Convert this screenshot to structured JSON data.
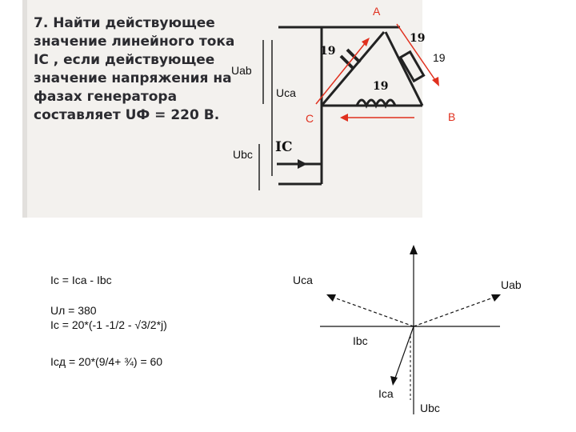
{
  "problem": {
    "lines": [
      "7. Найти действующее",
      "значение линейного тока",
      "IC , если действующее",
      "значение напряжения на",
      "фазах        генератора",
      "составляет UФ = 220 В."
    ]
  },
  "circuit": {
    "impedance_labels": [
      "19",
      "19",
      "19"
    ],
    "node_a": "A",
    "node_b": "B",
    "node_c": "C",
    "uab": "Uab",
    "uca": "Uca",
    "ubc": "Ubc",
    "current_symbol": "IC",
    "right_19": "19"
  },
  "solution": {
    "line1": "Ic =  Ica - Ibc",
    "line2": "Uл = 380",
    "line3": "Ic = 20*(-1 -1/2 - √3/2*j)",
    "line4": "Icд = 20*(9/4+ ¾) = 60"
  },
  "phasor": {
    "uca": "Uca",
    "uab": "Uab",
    "ibc": "Ibc",
    "ica": "Ica",
    "ubc": "Ubc"
  },
  "colors": {
    "accent": "#e0301e",
    "ink": "#111111"
  }
}
